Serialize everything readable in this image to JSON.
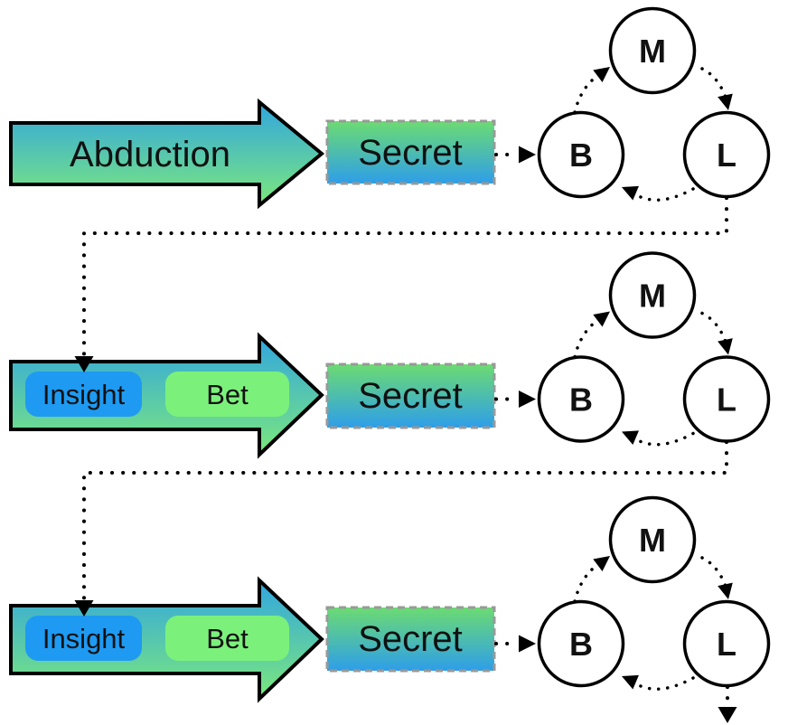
{
  "colors": {
    "arrow_gradient_top": "#31a5e0",
    "arrow_gradient_bottom": "#7ce87c",
    "secret_gradient_top": "#6cdb72",
    "secret_gradient_bottom": "#2e9eea",
    "insight_pill": "#1e9af2",
    "bet_pill": "#7bf17b",
    "secret_border": "#999999",
    "outline": "#000000"
  },
  "rows": [
    {
      "arrow_label": "Abduction",
      "secret_label": "Secret",
      "nodes": {
        "top": "M",
        "left": "B",
        "right": "L"
      }
    },
    {
      "insight_label": "Insight",
      "bet_label": "Bet",
      "secret_label": "Secret",
      "nodes": {
        "top": "M",
        "left": "B",
        "right": "L"
      }
    },
    {
      "insight_label": "Insight",
      "bet_label": "Bet",
      "secret_label": "Secret",
      "nodes": {
        "top": "M",
        "left": "B",
        "right": "L"
      }
    }
  ]
}
